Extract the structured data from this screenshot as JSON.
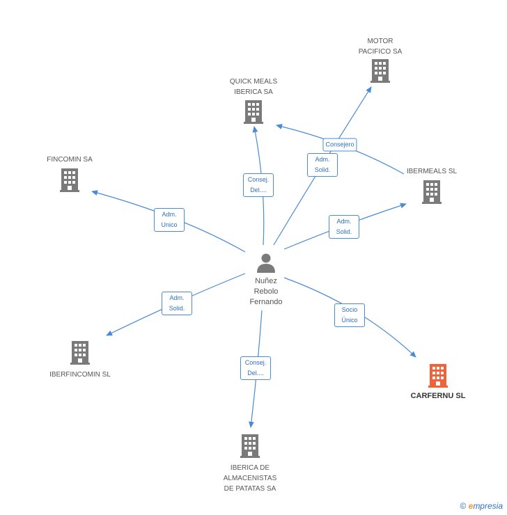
{
  "center": {
    "name": "Nuñez\nRebolo\nFernando",
    "icon": "person-icon"
  },
  "companies": [
    {
      "id": "motor",
      "name": "MOTOR\nPACIFICO SA",
      "highlight": false
    },
    {
      "id": "quick",
      "name": "QUICK MEALS\nIBERICA SA",
      "highlight": false
    },
    {
      "id": "fincomin",
      "name": "FINCOMIN SA",
      "highlight": false
    },
    {
      "id": "ibermeals",
      "name": "IBERMEALS SL",
      "highlight": false
    },
    {
      "id": "iberfincomin",
      "name": "IBERFINCOMIN SL",
      "highlight": false
    },
    {
      "id": "carfernu",
      "name": "CARFERNU SL",
      "highlight": true
    },
    {
      "id": "almacenistas",
      "name": "IBERICA DE\nALMACENISTAS\nDE PATATAS SA",
      "highlight": false
    }
  ],
  "edges": [
    {
      "target": "quick",
      "label": "Consej.\nDel...."
    },
    {
      "target": "fincomin",
      "label": "Adm.\nUnico"
    },
    {
      "target": "motor",
      "label": "Adm.\nSolid."
    },
    {
      "target": "ibermeals",
      "label": "Adm.\nSolid."
    },
    {
      "target": "iberfincomin",
      "label": "Adm.\nSolid."
    },
    {
      "target": "carfernu",
      "label": "Socio\nÚnico"
    },
    {
      "target": "almacenistas",
      "label": "Consej.\nDel...."
    },
    {
      "target": "quick",
      "from": "ibermeals",
      "label": "Consejero"
    }
  ],
  "colors": {
    "edge": "#4a8ad6",
    "building": "#7a7a7a",
    "highlight": "#f0623a",
    "person": "#7a7a7a"
  },
  "footer": {
    "copyright": "©",
    "brand_initial": "e",
    "brand_rest": "mpresia"
  }
}
